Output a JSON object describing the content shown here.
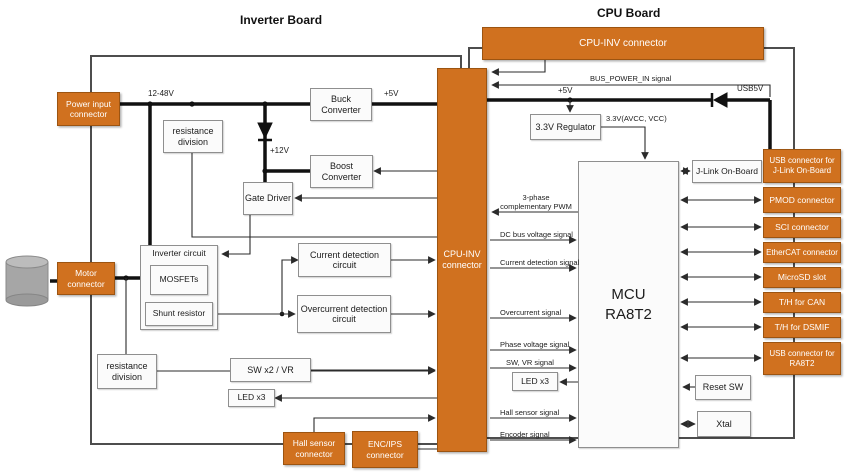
{
  "titles": {
    "inverter_board": "Inverter Board",
    "cpu_board": "CPU Board"
  },
  "connectors": {
    "cpu_inv_top": "CPU-INV connector",
    "cpu_inv_side": "CPU-INV connector",
    "power_input": "Power input connector",
    "motor": "Motor connector",
    "hall_sensor": "Hall sensor connector",
    "enc_ips": "ENC/IPS connector",
    "usb_jlink": "USB connector for J-Link On-Board",
    "pmod": "PMOD connector",
    "sci": "SCI connector",
    "ethercat": "EtherCAT connector",
    "microsd": "MicroSD slot",
    "th_can": "T/H for CAN",
    "th_dsmif": "T/H for DSMIF",
    "usb_ra8t2": "USB connector for RA8T2"
  },
  "blocks": {
    "resistance_division_top": "resistance division",
    "buck_converter": "Buck Converter",
    "boost_converter": "Boost Converter",
    "gate_driver": "Gate Driver",
    "inverter_circuit": "Inverter circuit",
    "mosfets": "MOSFETs",
    "shunt_resistor": "Shunt resistor",
    "current_detection": "Current detection circuit",
    "overcurrent_detection": "Overcurrent detection circuit",
    "resistance_division_bottom": "resistance division",
    "sw_vr": "SW x2 / VR",
    "led_x3_inverter": "LED x3",
    "regulator_3v3": "3.3V Regulator",
    "mcu_line1": "MCU",
    "mcu_line2": "RA8T2",
    "jlink_onboard": "J-Link On-Board",
    "led_x3_cpu": "LED x3",
    "reset_sw": "Reset SW",
    "xtal": "Xtal"
  },
  "signals": {
    "dc_input": "12-48V",
    "v5_inverter": "+5V",
    "v12": "+12V",
    "v5_cpu": "+5V",
    "v3_3": "3.3V(AVCC, VCC)",
    "bus_power_in": "BUS_POWER_IN signal",
    "usb5v": "USB5V",
    "pwm": "3-phase complementary PWM",
    "dc_bus_voltage": "DC bus voltage signal",
    "current_detection": "Current detection signal",
    "overcurrent": "Overcurrent signal",
    "phase_voltage": "Phase voltage signal",
    "sw_vr": "SW, VR signal",
    "hall_sensor": "Hall sensor signal",
    "encoder": "Encoder signal"
  },
  "colors": {
    "connector_orange": "#d0711f",
    "connector_border": "#9c5411",
    "board_border": "#4d4d4d"
  }
}
